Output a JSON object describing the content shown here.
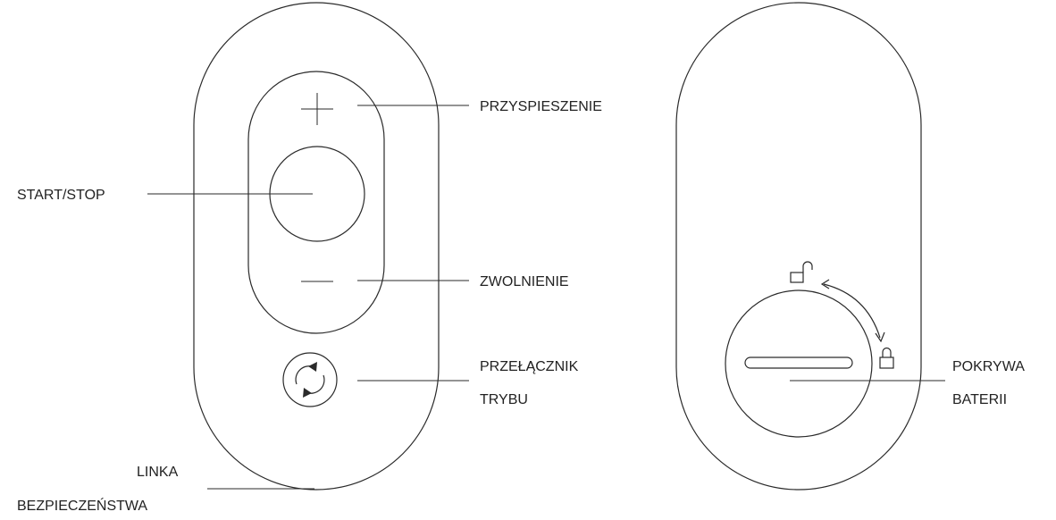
{
  "labels": {
    "accelerate": "PRZYSPIESZENIE",
    "start_stop": "START/STOP",
    "decelerate": "ZWOLNIENIE",
    "mode_switch_line1": "PRZEŁĄCZNIK",
    "mode_switch_line2": "TRYBU",
    "safety_cord_line1": "LINKA",
    "safety_cord_line2": "BEZPIECZEŃSTWA",
    "battery_cover_line1": "POKRYWA",
    "battery_cover_line2": "BATERII"
  },
  "icons": {
    "accelerate": "plus-icon",
    "decelerate": "minus-icon",
    "mode_switch": "cycle-arrows-icon",
    "unlocked": "unlocked-padlock-icon",
    "locked": "locked-padlock-icon",
    "rotation": "curved-arrow-icon"
  },
  "colors": {
    "line": "#2a2a2a",
    "text": "#222222",
    "background": "#ffffff"
  }
}
